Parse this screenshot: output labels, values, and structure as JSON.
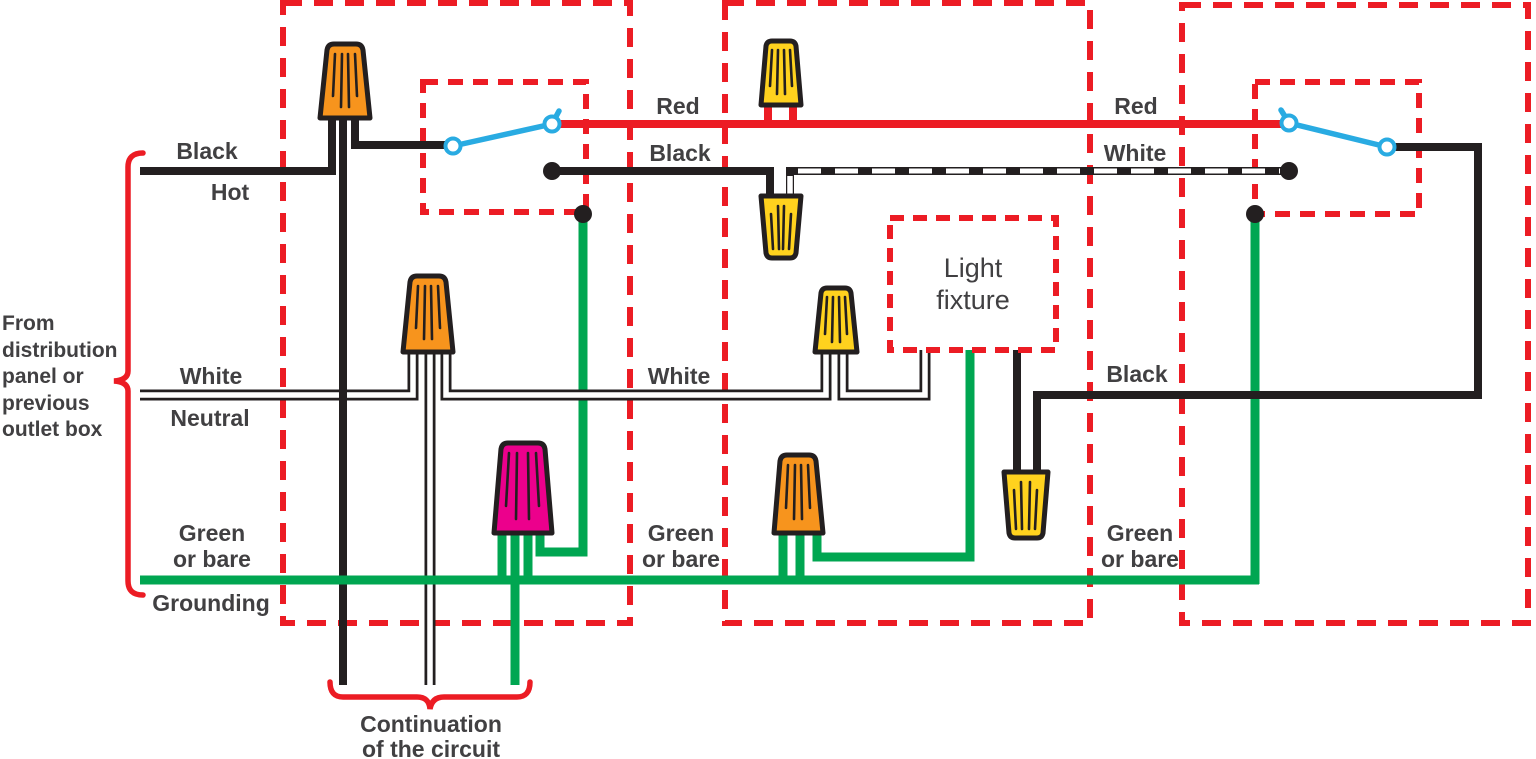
{
  "diagram": "three-way switch wiring diagram",
  "colors": {
    "red": "#EC1C24",
    "green": "#00A651",
    "wire_black": "#231F20",
    "blue": "#29ABE2",
    "orange": "#F7941D",
    "yellow": "#FFD21E",
    "magenta": "#EC008C",
    "text": "#414042",
    "background": "#FFFFFF"
  },
  "labels": {
    "feed_black": "Black",
    "feed_hot": "Hot",
    "neutral_white": "White",
    "neutral_neutral": "Neutral",
    "ground_green": "Green",
    "ground_orbare": "or bare",
    "ground_grounding": "Grounding",
    "mid_red": "Red",
    "mid_black": "Black",
    "mid_white": "White",
    "mid_green": "Green",
    "mid_orbare": "or bare",
    "right_red": "Red",
    "right_white": "White",
    "right_black": "Black",
    "right_green": "Green",
    "right_orbare": "or bare",
    "source_note_l1": "From",
    "source_note_l2": "distribution",
    "source_note_l3": "panel or",
    "source_note_l4": "previous",
    "source_note_l5": "outlet box",
    "continuation_l1": "Continuation",
    "continuation_l2": "of the circuit",
    "fixture_l1": "Light",
    "fixture_l2": "fixture"
  },
  "components": {
    "wire_nuts": [
      {
        "name": "wire-nut-orange-hot-splice",
        "color": "orange"
      },
      {
        "name": "wire-nut-orange-neutral-splice",
        "color": "orange"
      },
      {
        "name": "wire-nut-orange-ground-splice-middle",
        "color": "orange"
      },
      {
        "name": "wire-nut-yellow-red-traveler-splice",
        "color": "yellow"
      },
      {
        "name": "wire-nut-yellow-black-traveler-splice",
        "color": "yellow"
      },
      {
        "name": "wire-nut-yellow-neutral-fixture-splice",
        "color": "yellow"
      },
      {
        "name": "wire-nut-yellow-switched-leg-splice",
        "color": "yellow"
      },
      {
        "name": "wire-nut-magenta-ground-splice-left",
        "color": "magenta"
      }
    ],
    "switches": [
      "three-way-switch-left",
      "three-way-switch-right"
    ],
    "boxes": [
      "electrical-box-left",
      "electrical-box-middle",
      "electrical-box-right"
    ]
  }
}
